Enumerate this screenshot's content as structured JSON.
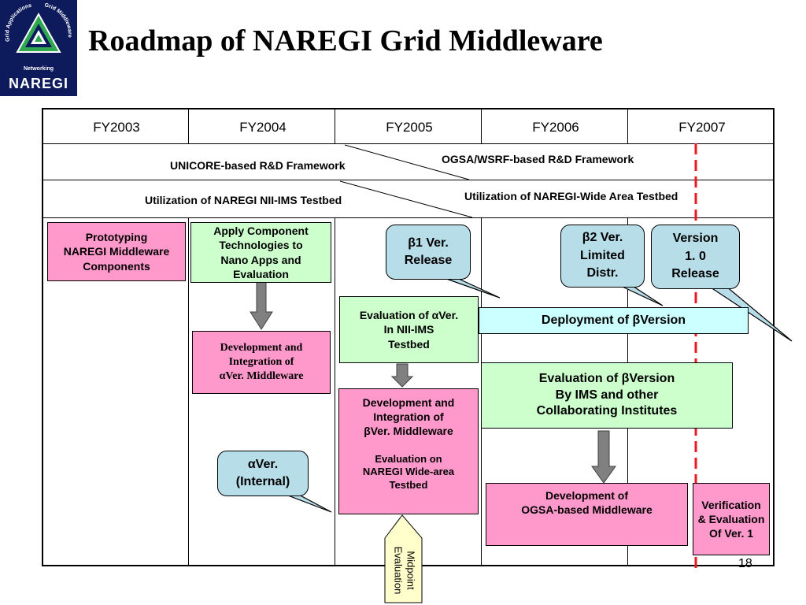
{
  "logo": {
    "name": "NAREGI",
    "arc_left": "Grid Applications",
    "arc_right": "Grid Middleware",
    "sub": "Networking"
  },
  "title": "Roadmap of NAREGI Grid Middleware",
  "years": [
    "FY2003",
    "FY2004",
    "FY2005",
    "FY2006",
    "FY2007"
  ],
  "frameworks": {
    "unicore": "UNICORE-based R&D Framework",
    "ogsa": "OGSA/WSRF-based R&D Framework",
    "nii_ims": "Utilization of NAREGI NII-IMS Testbed",
    "wide_area": "Utilization of NAREGI-Wide Area Testbed"
  },
  "boxes": {
    "prototyping": "Prototyping\nNAREGI Middleware\nComponents",
    "apply_component": "Apply Component\nTechnologies  to\nNano Apps and\nEvaluation",
    "dev_alpha": "Development  and\nIntegration of\nαVer. Middleware",
    "eval_alpha": "Evaluation of αVer.\nIn NII-IMS\nTestbed",
    "dev_beta": "Development and\nIntegration of\nβVer. Middleware",
    "eval_wide": "Evaluation on\nNAREGI Wide-area\nTestbed",
    "deploy_beta": "Deployment of βVersion",
    "eval_beta": "Evaluation of βVersion\nBy IMS and other\nCollaborating Institutes",
    "dev_ogsa": "Development of\nOGSA-based Middleware",
    "verification": "Verification\n& Evaluation\nOf Ver. 1"
  },
  "callouts": {
    "beta1": "β1  Ver.\nRelease",
    "beta2": "β2 Ver.\nLimited\nDistr.",
    "version1": "Version\n1.  0\nRelease",
    "alpha": "αVer.\n(Internal)"
  },
  "midpoint": "Midpoint\nEvaluation",
  "page_number": "18",
  "colors": {
    "pink": "#ff99cc",
    "green": "#ccffcc",
    "cyan": "#ccffff",
    "callout_blue": "#b7dde8",
    "logo_navy": "#0d1a5c",
    "logo_green": "#2fa84f",
    "arrow_gray": "#808080",
    "dashed_red": "#e8191f"
  }
}
